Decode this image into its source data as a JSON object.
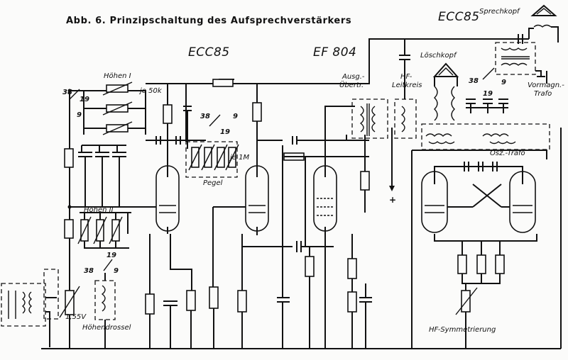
{
  "title": "Abb. 6. Prinzipschaltung des Aufsprechverstärkers",
  "tubes": {
    "ecc85_left": "ECC85",
    "ef804": "EF 804",
    "ecc85_right": "ECC85"
  },
  "labels": {
    "hoehen1": "Höhen I",
    "hoehen2": "Höhen II",
    "je50k": "je 50k",
    "pegel": "Pegel",
    "je1m": "je 1M",
    "ausg1": "Ausg.-",
    "ausg2": "Übertr.",
    "hf1": "HF-",
    "hf2": "Leitkreis",
    "loeschkopf": "Löschkopf",
    "sprechkopf": "Sprechkopf",
    "vormagn1": "Vormagn.-",
    "vormagn2": "Trafo",
    "osz": "Osz.-Trafo",
    "hoehendrossel": "Höhendrossel",
    "voltage": "1,55V",
    "hf_symm": "HF-Symmetrierung",
    "plus": "+"
  },
  "switch_positions": {
    "s1": [
      "38",
      "19",
      "9"
    ],
    "s2": [
      "38",
      "19",
      "9"
    ],
    "s3": [
      "38",
      "19",
      "9"
    ],
    "s4": [
      "38",
      "19",
      "9"
    ]
  }
}
